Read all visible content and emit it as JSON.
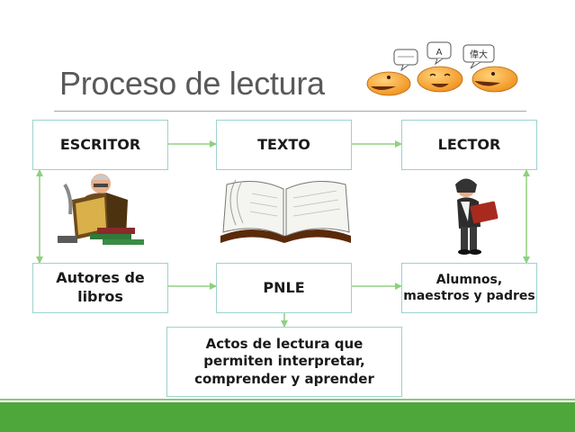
{
  "title": "Proceso de lectura",
  "boxes": {
    "escritor": "ESCRITOR",
    "texto": "TEXTO",
    "lector": "LECTOR",
    "autores_line1": "Autores de",
    "autores_line2": "libros",
    "pnle": "PNLE",
    "alumnos_line1": "Alumnos,",
    "alumnos_line2": "maestros y padres",
    "actos_line1": "Actos de lectura que",
    "actos_line2": "permiten interpretar,",
    "actos_line3": "comprender y aprender"
  },
  "bubbles": {
    "center": "A",
    "right": "偉大"
  },
  "colors": {
    "box_border": "#9dd2cd",
    "arrow": "#8fd07f",
    "band": "#4ea73b",
    "title": "#595959"
  },
  "icons": [
    "talking-faces-icon",
    "writer-icon",
    "open-book-icon",
    "reader-icon"
  ]
}
